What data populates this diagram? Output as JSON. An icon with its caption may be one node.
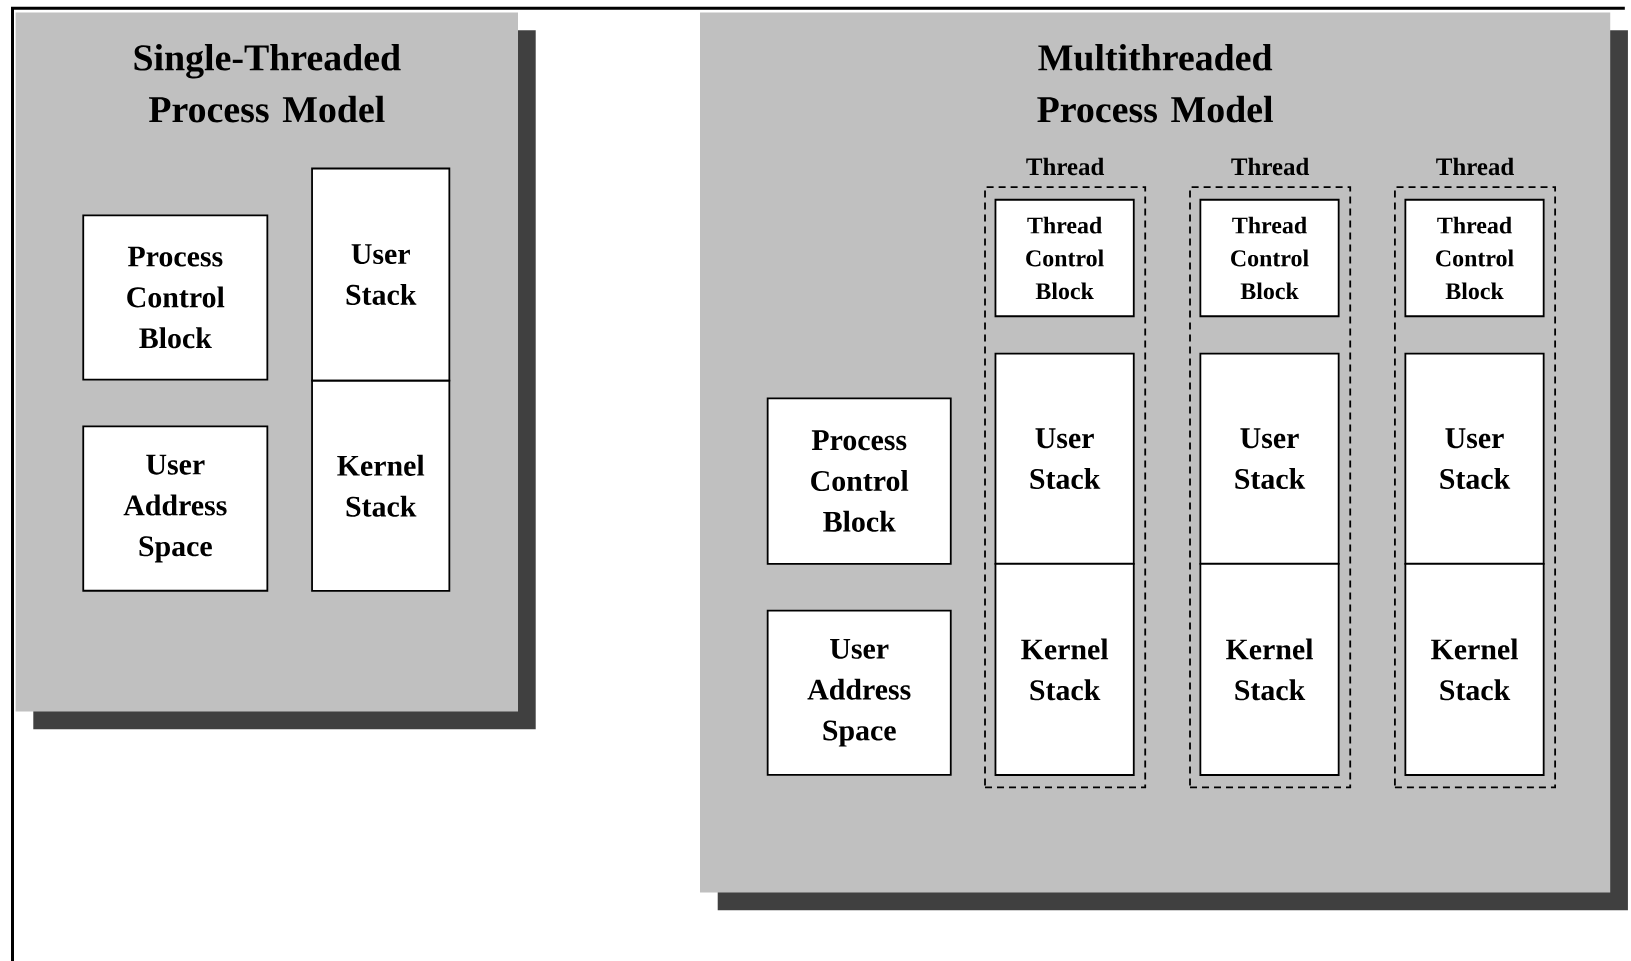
{
  "diagram": {
    "nodes": [
      {
        "text": [
          "Single-Threaded Process Model"
        ]
      },
      {
        "text": [
          "Process Control Block"
        ],
        "in": 0
      },
      {
        "text": [
          "User Address Space"
        ],
        "in": 0
      },
      {
        "text": [
          "User Stack"
        ],
        "in": 0
      },
      {
        "text": [
          "Kernel Stack"
        ],
        "in": 0
      },
      {
        "text": [
          "Multithreaded Process Model"
        ]
      },
      {
        "text": [
          "Process Control Block"
        ],
        "in": 5
      },
      {
        "text": [
          "User Address Space"
        ],
        "in": 5
      },
      {
        "text": [
          "Thread"
        ],
        "in": 5
      },
      {
        "text": [
          "Thread Control Block"
        ],
        "in": 8
      },
      {
        "text": [
          "User Stack"
        ],
        "in": 8
      },
      {
        "text": [
          "Kernel Stack"
        ],
        "in": 8
      },
      {
        "text": [
          "Thread"
        ],
        "in": 5
      },
      {
        "text": [
          "Thread Control Block"
        ],
        "in": 12
      },
      {
        "text": [
          "User Stack"
        ],
        "in": 12
      },
      {
        "text": [
          "Kernel Stack"
        ],
        "in": 12
      },
      {
        "text": [
          "Thread"
        ],
        "in": 5
      },
      {
        "text": [
          "Thread Control Block"
        ],
        "in": 16
      },
      {
        "text": [
          "User Stack"
        ],
        "in": 16
      },
      {
        "text": [
          "Kernel Stack"
        ],
        "in": 16
      }
    ]
  }
}
